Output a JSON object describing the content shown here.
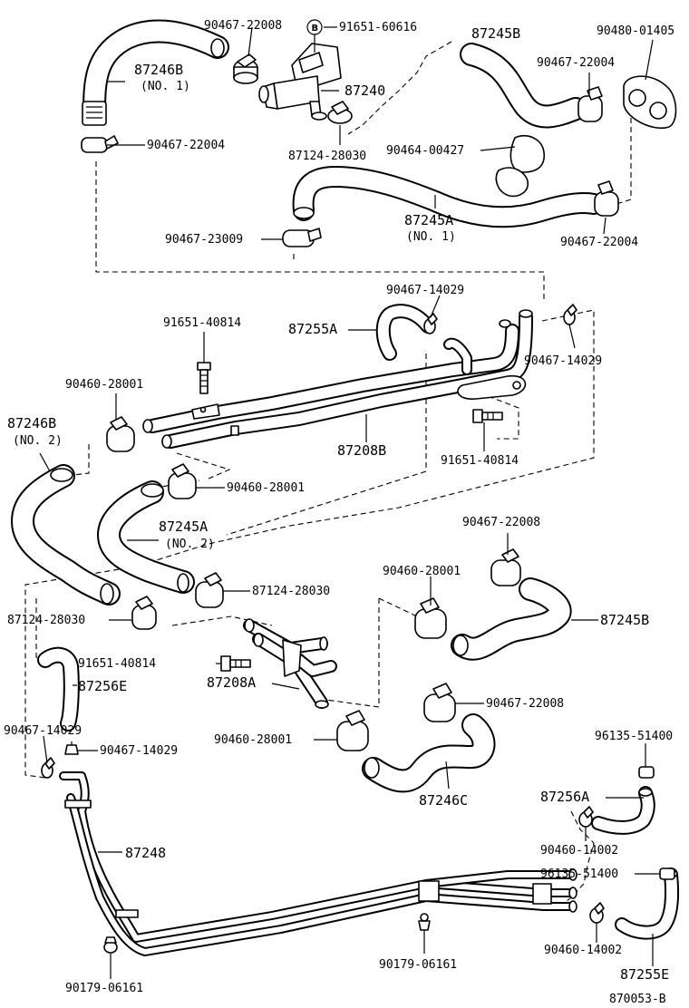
{
  "diagram_id": "870053-B",
  "labels": {
    "p90467_22008_top": "90467-22008",
    "p91651_60616": "91651-60616",
    "badge_b": "B",
    "p87245b_top": "87245B",
    "p90480_01405": "90480-01405",
    "p87246b_no1": "87246B",
    "no1_a": "(NO. 1)",
    "p87240": "87240",
    "p90467_22004_right_top": "90467-22004",
    "p90467_22004_left": "90467-22004",
    "p87124_28030_top": "87124-28030",
    "p90464_00427": "90464-00427",
    "p87245a_no1": "87245A",
    "no1_b": "(NO. 1)",
    "p90467_23009": "90467-23009",
    "p90467_22004_right_mid": "90467-22004",
    "p90467_14029_a": "90467-14029",
    "p91651_40814_top": "91651-40814",
    "p87255a": "87255A",
    "p90467_14029_b": "90467-14029",
    "p90460_28001_left": "90460-28001",
    "p87246b_no2": "87246B",
    "no2_a": "(NO. 2)",
    "p87208b": "87208B",
    "p91651_40814_right": "91651-40814",
    "p90460_28001_mid": "90460-28001",
    "p87245a_no2": "87245A",
    "no2_b": "(NO. 2)",
    "p90467_22008_right": "90467-22008",
    "p90460_28001_right": "90460-28001",
    "p87124_28030_mid": "87124-28030",
    "p87124_28030_left": "87124-28030",
    "p87245b_right": "87245B",
    "p91651_40814_bottom": "91651-40814",
    "p87208a": "87208A",
    "p87256e": "87256E",
    "p90467_22008_lower": "90467-22008",
    "p90467_14029_c": "90467-14029",
    "p90467_14029_d": "90467-14029",
    "p90460_28001_lower": "90460-28001",
    "p96135_51400_top": "96135-51400",
    "p87246c": "87246C",
    "p87256a": "87256A",
    "p87248": "87248",
    "p90460_14002_a": "90460-14002",
    "p96135_51400_b": "96135-51400",
    "p90460_14002_b": "90460-14002",
    "p90179_06161_left": "90179-06161",
    "p90179_06161_mid": "90179-06161",
    "p87255e": "87255E",
    "p870053b": "870053-B"
  }
}
